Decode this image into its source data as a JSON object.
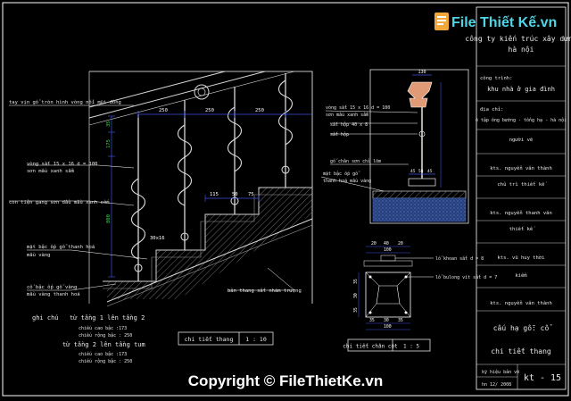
{
  "watermark": {
    "logo_text": "File Thiết Kế.vn",
    "copyright": "Copyright © FileThietKe.vn"
  },
  "colors": {
    "background": "#000000",
    "frame": "#ffffff",
    "text_white": "#e8e8e8",
    "title_cyan": "#4fd6e6",
    "dim_blue": "#3c52e0",
    "dim_green": "#37d24a",
    "stair_gray": "#9a9a9a",
    "concrete_blue": "#3d5fb5",
    "rail_white": "#d8d8d8"
  },
  "title_block": {
    "company": [
      "công ty kiến trúc xây dựng",
      "hà nội"
    ],
    "project_label": "công trình:",
    "project_value": "khu nhà ở gia đình",
    "location_label": "địa chỉ:",
    "location_value": "ô tập ông bướng - tổng hạ - hà nội",
    "roles": [
      {
        "role": "người vẽ",
        "name": "kts. nguyễn văn thành"
      },
      {
        "role": "chủ trì thiết kế",
        "name": "kts. nguyễn thanh văn"
      },
      {
        "role": "thiết kế",
        "name": "kts. vũ huy thời"
      },
      {
        "role": "kiểm",
        "name": "kts. nguyễn văn thành"
      }
    ],
    "sheet_title_1": "cấu hạ gỗ: cổ",
    "sheet_title_2": "chi tiết thang",
    "drawing_no_label": "kỹ hiệu bản vẽ",
    "date": "hn 12/ 2008",
    "sheet_code": "kt - 15"
  },
  "main_drawing": {
    "callouts_left": [
      "tay vịn gỗ tròn hình vòng nổi mũi đồng",
      "vòng sắt 15 x 16 d = 100",
      "sơn mầu xanh sẫm",
      "con tiện gang sơn dầu mầu xanh cốm",
      "mặt bậc ốp gỗ thanh hoá",
      "mầu vàng",
      "cổ bậc ốp gỗ vàng",
      "mầu vàng thanh hoá"
    ],
    "callout_bottom": "bản thang sắt nhám trượng",
    "dims_top": [
      "250",
      "250",
      "250"
    ],
    "dims_step": [
      "115",
      "50",
      "75"
    ],
    "dims_vertical": [
      "35",
      "175",
      "800"
    ],
    "dim_small": "30x16",
    "caption": "chi tiết thang",
    "scale": "1 : 10"
  },
  "notes": {
    "heading": "ghi chú",
    "items": [
      {
        "title": "từ tầng 1 lên tầng 2",
        "lines": [
          "chiều cao bậc :173",
          "chiều rộng bậc : 250"
        ]
      },
      {
        "title": "từ tầng 2 lên tầng tum",
        "lines": [
          "chiều cao bậc :173",
          "chiều rộng bậc : 250"
        ]
      }
    ]
  },
  "detail_right": {
    "dim_top": "130",
    "callouts": [
      "vòng sắt 15 x 16 d = 100",
      "sơn mầu xanh sẫm",
      "sắt hộp 40 x 8",
      "sắt hộp",
      "gỗ chân sơn chỉ lõm",
      "mặt bậc ốp gỗ",
      "thanh hoá mầu vàng"
    ],
    "dims_base": [
      "45",
      "50",
      "45"
    ],
    "caption": "chi tiết chân cột",
    "scale": "1 : 5"
  },
  "detail_plan": {
    "dims_top": [
      "20",
      "40",
      "20"
    ],
    "dims_top2": [
      "100"
    ],
    "dims_side": [
      "35",
      "30",
      "35"
    ],
    "dims_bottom": [
      "35",
      "30",
      "35"
    ],
    "dims_bottom2": [
      "100"
    ],
    "callouts": [
      "lỗ khoan sắt d = 8",
      "lỗ bulong vít sắt d = 7"
    ]
  }
}
